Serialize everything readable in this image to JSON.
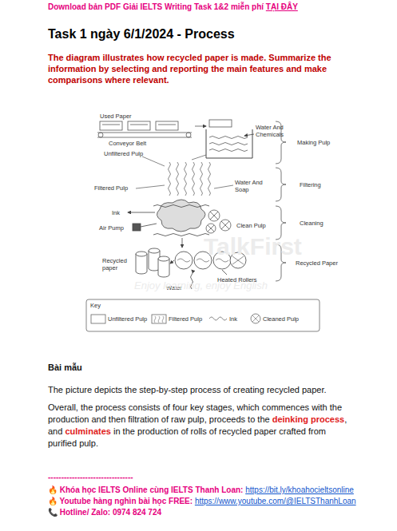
{
  "diagram": {
    "title": "Task 1 ngày 6/1/2024 - Process",
    "labels": [
      "Download bản PDF Giải IELTS Writing Task 1&2 miễn phí",
      "TẠI ĐÂY",
      "The diagram illustrates how recycled paper is made. Summarize the information by selecting and reporting the main features and make comparisons where relevant.",
      "Used Paper",
      "Water And Chemicals",
      "Making Pulp",
      "Conveyor Belt",
      "Unfiltered Pulp",
      "Filtered Pulp",
      "Water And Soap",
      "Filtering",
      "Ink",
      "Air Pump",
      "Clean Pulp",
      "Cleaning",
      "Recycled paper",
      "Recycled Paper",
      "Heated Rollers",
      "Water",
      "TalkFirst",
      "Enjoy learning, enjoy English",
      "Key",
      "Bài mẫu",
      "The picture depicts the step-by-step process of creating recycled paper.",
      "Overall, the process consists of four key stages, which commences with the production and then filtration of raw pulp, proceeds to the",
      "deinking process",
      ", and",
      "culminates",
      "in the production of rolls of recycled paper crafted from purified pulp.",
      "--------------------------------",
      "🔥 Khóa học IELTS Online cùng IELTS Thanh Loan:",
      "https://bit.ly/khoahocieltsonline",
      "🔥 Youtube hàng nghìn bài học FREE:",
      "https://www.youtube.com/@IELTSThanhLoan",
      "📞 Hotline/ Zalo: 0974 824 724"
    ],
    "legend": [
      {
        "text": "Unfiltered Pulp"
      },
      {
        "text": "Filtered Pulp"
      },
      {
        "text": "Ink"
      },
      {
        "text": "Cleaned Pulp"
      }
    ]
  }
}
